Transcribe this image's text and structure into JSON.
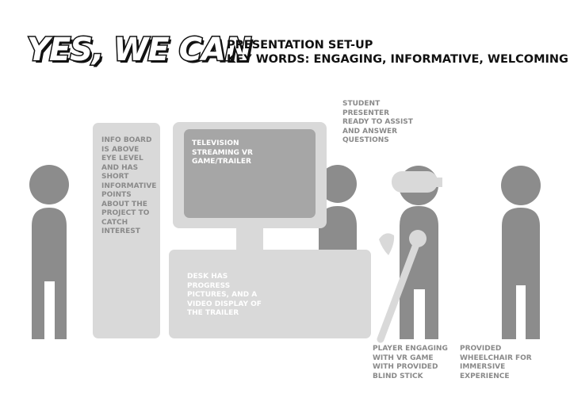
{
  "logo": {
    "text": "YES, WE CAN"
  },
  "header": {
    "line1": "PRESENTATION SET-UP",
    "line2": "KEY WORDS: ENGAGING, INFORMATIVE, WELCOMING"
  },
  "labels": {
    "info_board": "INFO BOARD\nIS ABOVE\nEYE LEVEL\nAND HAS\nSHORT\nINFORMATIVE\nPOINTS\nABOUT THE\nPROJECT TO\nCATCH\nINTEREST",
    "television": "TELEVISION\nSTREAMING VR\nGAME/TRAILER",
    "desk": "DESK HAS\nPROGRESS\nPICTURES, AND A\nVIDEO DISPLAY OF\nTHE TRAILER",
    "student": "STUDENT\nPRESENTER\nREADY TO ASSIST\nAND ANSWER\nQUESTIONS",
    "player": "PLAYER ENGAGING\nWITH VR GAME\nWITH PROVIDED\nBLIND STICK",
    "wheelchair": "PROVIDED\nWHEELCHAIR FOR\nIMMERSIVE\nEXPERIENCE"
  },
  "colors": {
    "figure": "#8c8c8c",
    "furniture": "#d9d9d9",
    "screen": "#a6a6a6",
    "text": "#111111",
    "label": "#8a8a8a"
  }
}
